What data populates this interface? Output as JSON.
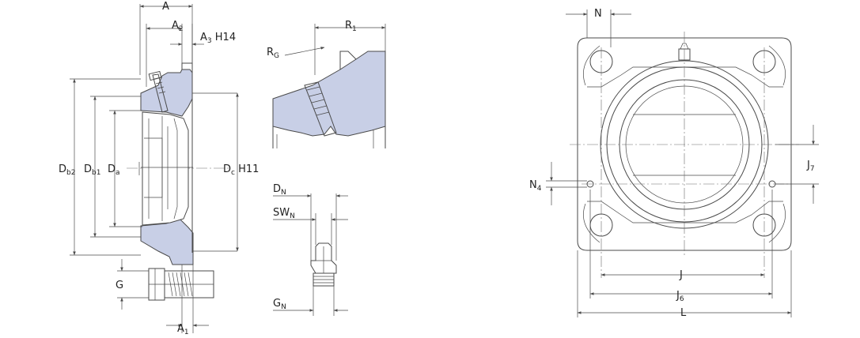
{
  "diagram": {
    "section_view": {
      "dims": {
        "A": "A",
        "A2": {
          "main": "A",
          "sub": "2"
        },
        "A3_H14": {
          "main": "A",
          "sub": "3",
          "suffix": " H14"
        },
        "Db2": {
          "main": "D",
          "sub": "b2"
        },
        "Db1": {
          "main": "D",
          "sub": "b1"
        },
        "Da": {
          "main": "D",
          "sub": "a"
        },
        "Dc_H11": {
          "main": "D",
          "sub": "c",
          "suffix": " H11"
        },
        "G": "G",
        "A1": {
          "main": "A",
          "sub": "1"
        }
      }
    },
    "detail_view": {
      "dims": {
        "R1": {
          "main": "R",
          "sub": "1"
        },
        "RG": {
          "main": "R",
          "sub": "G"
        }
      }
    },
    "nipple_view": {
      "dims": {
        "DN": {
          "main": "D",
          "sub": "N"
        },
        "SWN": {
          "main": "SW",
          "sub": "N"
        },
        "GN": {
          "main": "G",
          "sub": "N"
        }
      }
    },
    "front_view": {
      "dims": {
        "N": "N",
        "N4": {
          "main": "N",
          "sub": "4"
        },
        "J7": {
          "main": "J",
          "sub": "7"
        },
        "J": "J",
        "J6": {
          "main": "J",
          "sub": "6"
        },
        "L": "L"
      }
    }
  }
}
